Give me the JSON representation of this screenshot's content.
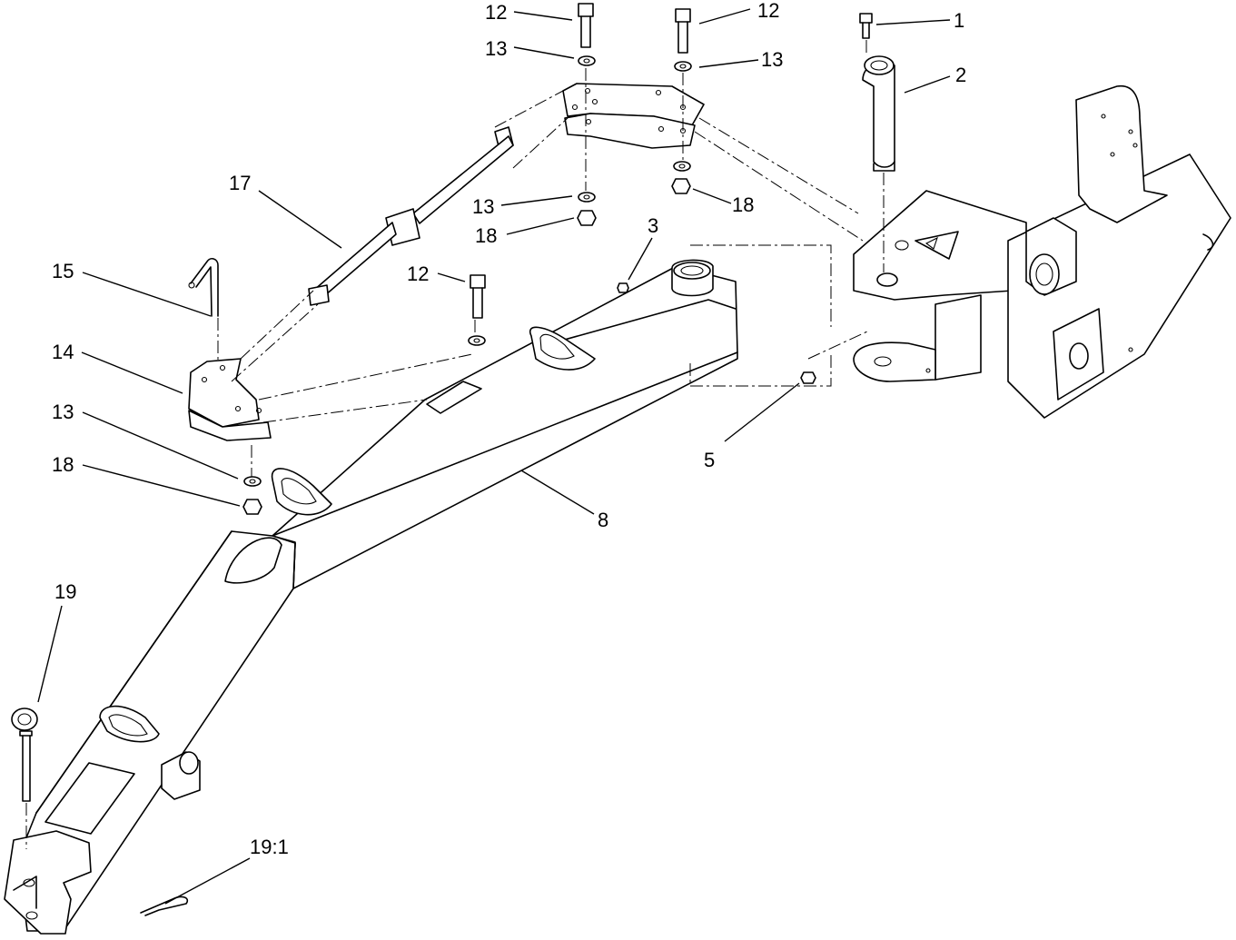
{
  "diagram": {
    "callouts": [
      {
        "id": "c12a",
        "label": "12"
      },
      {
        "id": "c12b",
        "label": "12"
      },
      {
        "id": "c1",
        "label": "1"
      },
      {
        "id": "c13a",
        "label": "13"
      },
      {
        "id": "c13b",
        "label": "13"
      },
      {
        "id": "c2",
        "label": "2"
      },
      {
        "id": "c17",
        "label": "17"
      },
      {
        "id": "c13c",
        "label": "13"
      },
      {
        "id": "c18a",
        "label": "18"
      },
      {
        "id": "c18b",
        "label": "18"
      },
      {
        "id": "c3",
        "label": "3"
      },
      {
        "id": "c15",
        "label": "15"
      },
      {
        "id": "c12c",
        "label": "12"
      },
      {
        "id": "c14",
        "label": "14"
      },
      {
        "id": "c13d",
        "label": "13"
      },
      {
        "id": "c18c",
        "label": "18"
      },
      {
        "id": "c5",
        "label": "5"
      },
      {
        "id": "c8",
        "label": "8"
      },
      {
        "id": "c19",
        "label": "19"
      },
      {
        "id": "c191",
        "label": "19:1"
      }
    ]
  }
}
